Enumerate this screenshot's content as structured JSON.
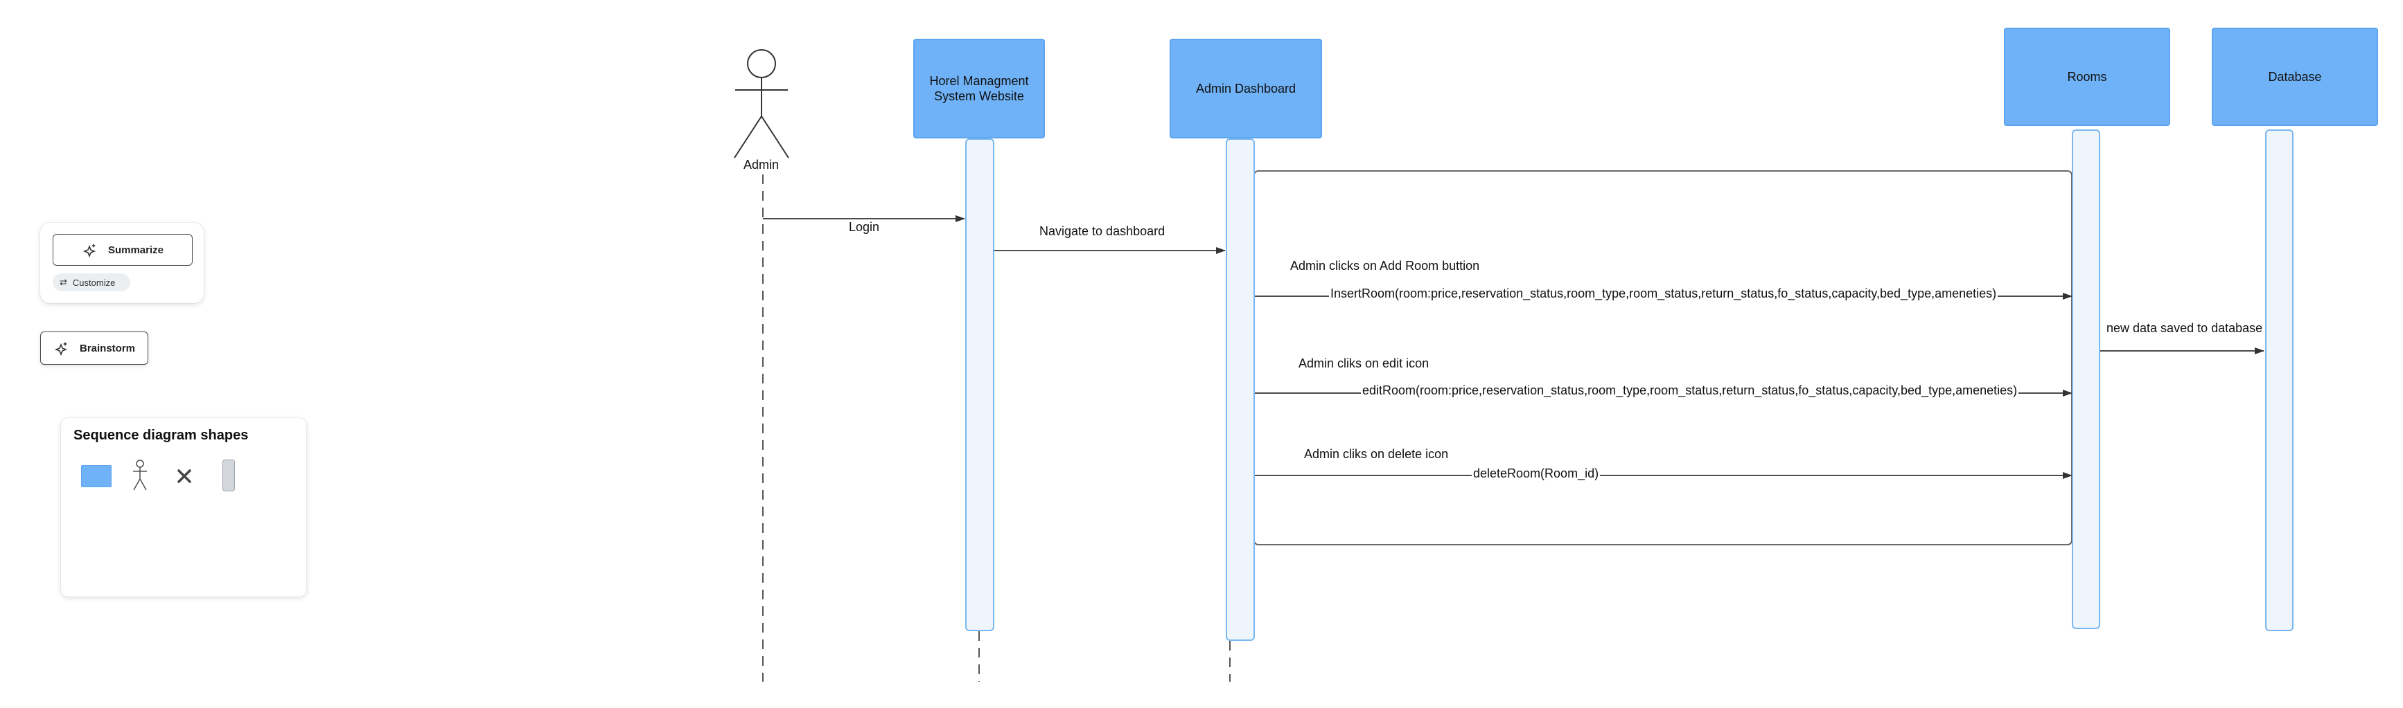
{
  "participants": {
    "actor": "Admin",
    "website": "Horel Managment System Website",
    "dashboard": "Admin Dashboard",
    "rooms": "Rooms",
    "database": "Database"
  },
  "messages": {
    "login": "Login",
    "navigate": "Navigate to dashboard",
    "add_note": "Admin clicks on Add Room buttion",
    "insert": "InsertRoom(room:price,reservation_status,room_type,room_status,return_status,fo_status,capacity,bed_type,ameneties)",
    "saved": "new data saved to database",
    "edit_note": "Admin cliks on edit icon",
    "edit": "editRoom(room:price,reservation_status,room_type,room_status,return_status,fo_status,capacity,bed_type,ameneties)",
    "delete_note": "Admin cliks on delete icon",
    "delete": "deleteRoom(Room_id)"
  },
  "panel": {
    "summarize_label": "Summarize",
    "customize_label": "Customize",
    "brainstorm_label": "Brainstorm",
    "shapes_title": "Sequence diagram shapes",
    "shape_icons": [
      "participant-box-icon",
      "actor-icon",
      "destroy-icon",
      "activation-bar-icon"
    ]
  },
  "colors": {
    "participant_fill": "#6fb2f7",
    "activation_fill": "#eef5fd",
    "activation_border": "#7ab8ef",
    "line": "#333333"
  }
}
